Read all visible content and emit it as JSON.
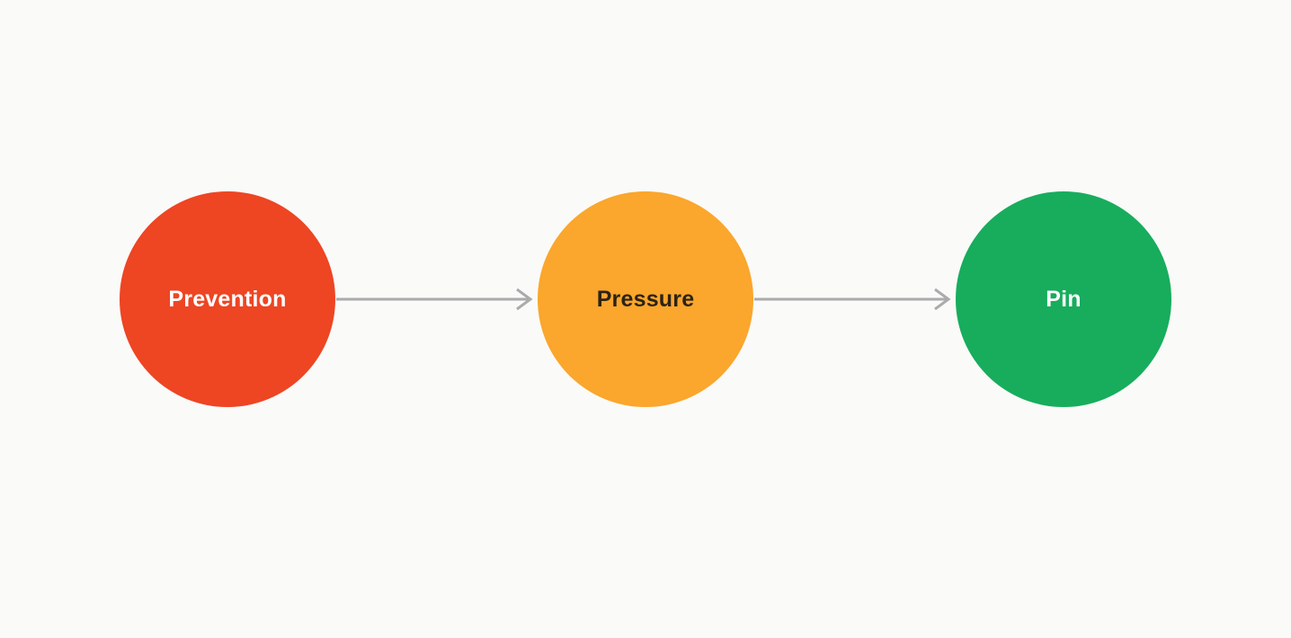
{
  "diagram": {
    "type": "flow",
    "background": "#FAFAF8",
    "arrow_color": "#ABABAB",
    "nodes": [
      {
        "id": "prevention",
        "label": "Prevention",
        "color": "#EE4523",
        "text_color": "#FFFFFF"
      },
      {
        "id": "pressure",
        "label": "Pressure",
        "color": "#FBA62C",
        "text_color": "#2B2317"
      },
      {
        "id": "pin",
        "label": "Pin",
        "color": "#17AD5D",
        "text_color": "#FFFFFF"
      }
    ],
    "edges": [
      {
        "from": "prevention",
        "to": "pressure",
        "direction": "right"
      },
      {
        "from": "pressure",
        "to": "pin",
        "direction": "right"
      }
    ]
  }
}
